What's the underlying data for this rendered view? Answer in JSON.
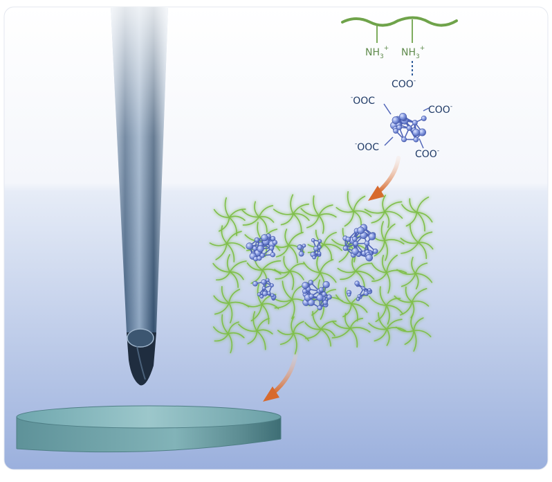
{
  "polymer": {
    "amine_1": "NH",
    "amine_1_sub": "3",
    "amine_1_sup": "+",
    "amine_2": "NH",
    "amine_2_sub": "3",
    "amine_2_sup": "+"
  },
  "cluster": {
    "group_top": "COO",
    "group_top_sup": "-",
    "group_left_top": "OOC",
    "group_left_top_sup": "-",
    "group_right_top": "COO",
    "group_right_top_sup": "-",
    "group_left_bottom": "OOC",
    "group_left_bottom_sup": "-",
    "group_right_bottom": "COO",
    "group_right_bottom_sup": "-"
  },
  "colors": {
    "background_top": "#ffffff",
    "background_bottom": "#9db1de",
    "polymer_green": "#6fa34a",
    "label_green": "#5f8a4c",
    "label_blue": "#1f3a66",
    "cluster_blue": "#7f93dc",
    "arrow_orange": "#d9733a",
    "disc_teal": "#7fb2b6",
    "needle_dark": "#1f2f40"
  },
  "icons": [
    "needle-tip-icon",
    "polymer-chain-icon",
    "nanocluster-icon",
    "hydrogel-network-icon",
    "substrate-disc-icon",
    "reaction-arrow-icon"
  ]
}
